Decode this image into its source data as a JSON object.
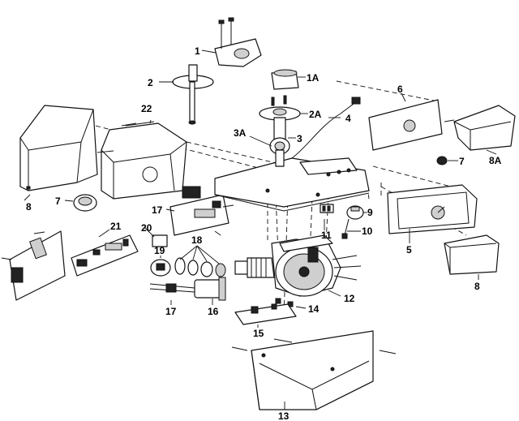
{
  "labels": {
    "p1": "1",
    "p1a": "1A",
    "p2": "2",
    "p2a": "2A",
    "p3": "3",
    "p3a": "3A",
    "p4": "4",
    "p5": "5",
    "p6": "6",
    "p7a": "7",
    "p7b": "7",
    "p8a": "8",
    "p8b": "8",
    "p8A": "8A",
    "p9": "9",
    "p10": "10",
    "p11": "11",
    "p12": "12",
    "p13": "13",
    "p14": "14",
    "p15": "15",
    "p16": "16",
    "p17a": "17",
    "p17b": "17",
    "p18": "18",
    "p19": "19",
    "p20": "20",
    "p21": "21",
    "p22": "22"
  }
}
